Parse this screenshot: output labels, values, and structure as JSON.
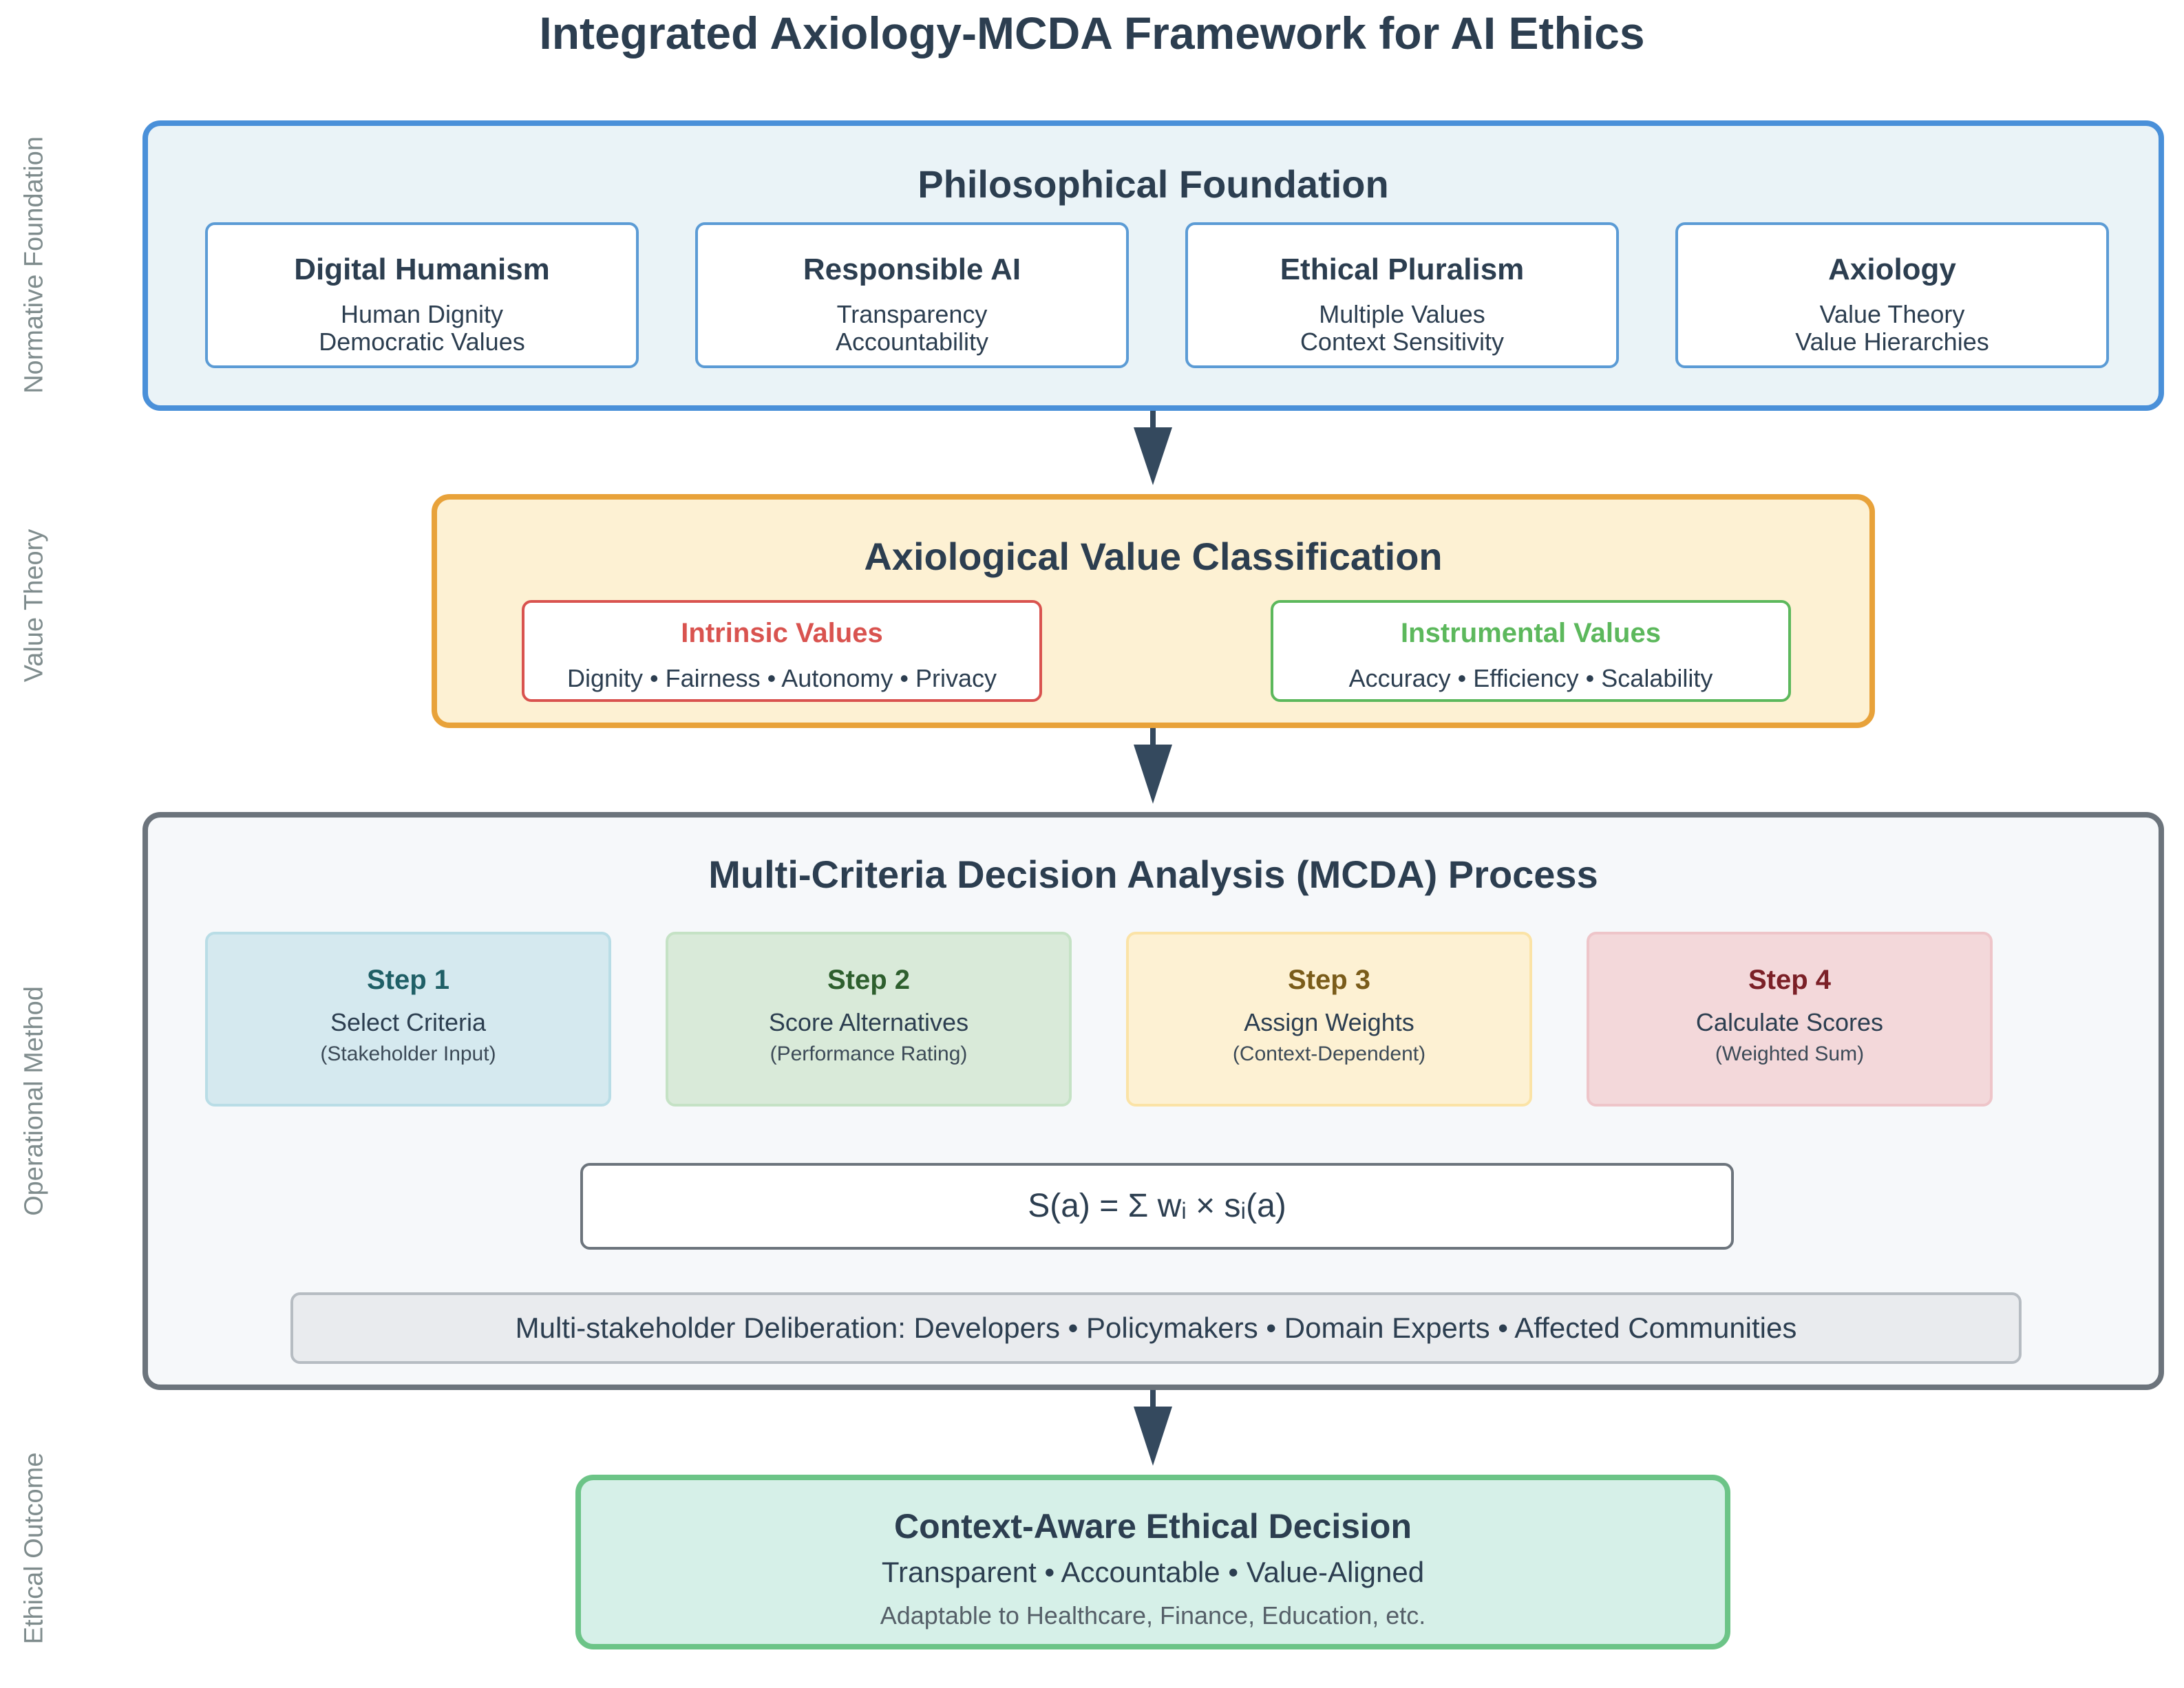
{
  "title": "Integrated Axiology-MCDA Framework for AI Ethics",
  "side_labels": {
    "normative": "Normative Foundation",
    "value_theory": "Value Theory",
    "operational": "Operational Method",
    "outcome": "Ethical Outcome"
  },
  "foundation": {
    "title": "Philosophical Foundation",
    "cards": [
      {
        "title": "Digital Humanism",
        "line1": "Human Dignity",
        "line2": "Democratic Values"
      },
      {
        "title": "Responsible AI",
        "line1": "Transparency",
        "line2": "Accountability"
      },
      {
        "title": "Ethical Pluralism",
        "line1": "Multiple Values",
        "line2": "Context Sensitivity"
      },
      {
        "title": "Axiology",
        "line1": "Value Theory",
        "line2": "Value Hierarchies"
      }
    ]
  },
  "classification": {
    "title": "Axiological Value Classification",
    "intrinsic": {
      "title": "Intrinsic Values",
      "items": "Dignity • Fairness • Autonomy • Privacy"
    },
    "instrumental": {
      "title": "Instrumental Values",
      "items": "Accuracy • Efficiency • Scalability"
    }
  },
  "mcda": {
    "title": "Multi-Criteria Decision Analysis (MCDA) Process",
    "steps": [
      {
        "label": "Step 1",
        "action": "Select Criteria",
        "note": "(Stakeholder Input)"
      },
      {
        "label": "Step 2",
        "action": "Score Alternatives",
        "note": "(Performance Rating)"
      },
      {
        "label": "Step 3",
        "action": "Assign Weights",
        "note": "(Context-Dependent)"
      },
      {
        "label": "Step 4",
        "action": "Calculate Scores",
        "note": "(Weighted Sum)"
      }
    ],
    "formula": "S(a) = Σ wᵢ × sᵢ(a)",
    "deliberation": "Multi-stakeholder Deliberation: Developers • Policymakers • Domain Experts • Affected Communities"
  },
  "outcome": {
    "title": "Context-Aware Ethical Decision",
    "subtitle": "Transparent • Accountable • Value-Aligned",
    "note": "Adaptable to Healthcare, Finance, Education, etc."
  },
  "colors": {
    "foundation_border": "#4a90d9",
    "foundation_bg": "#eaf3f7",
    "classification_border": "#e8a23a",
    "classification_bg": "#fdf1d3",
    "intrinsic": "#d9534f",
    "instrumental": "#5cb85c",
    "mcda_border": "#6c747c",
    "mcda_bg": "#f6f8fa",
    "outcome_border": "#6cc487",
    "outcome_bg": "#d6f0e8",
    "arrow": "#34495e"
  }
}
